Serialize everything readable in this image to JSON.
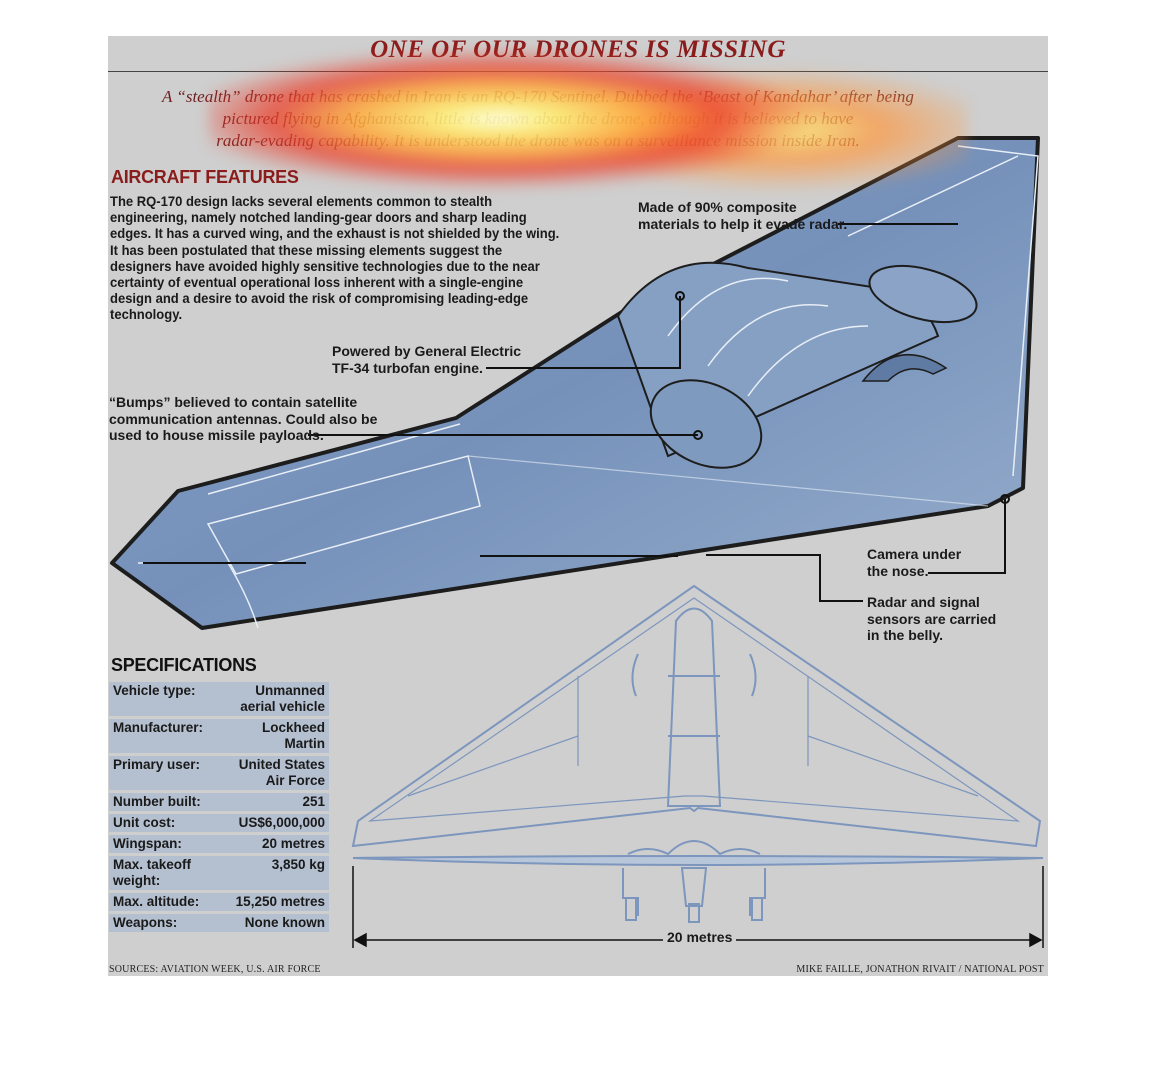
{
  "title": "ONE OF OUR DRONES IS MISSING",
  "intro": [
    "A “stealth” drone that has crashed in Iran is an RQ-170 Sentinel. Dubbed the ‘Beast of Kandahar’ after being",
    "pictured flying in Afghanistan, little is known about the drone, although it is believed to have",
    "radar-evading capability. It is understood the drone was on a surveillance mission inside Iran."
  ],
  "features": {
    "heading": "AIRCRAFT FEATURES",
    "body": "The RQ-170 design lacks several elements common to stealth engineering, namely notched landing-gear doors and sharp leading edges. It has a curved wing, and the exhaust is not shielded by the wing. It has been postulated that these missing elements suggest the designers have avoided highly sensitive technologies due to the near certainty of eventual operational loss inherent with a single-engine design and a desire to avoid the risk of compromising leading-edge technology."
  },
  "callouts": {
    "composite": [
      "Made of 90% composite",
      "materials to help it evade radar."
    ],
    "engine": [
      "Powered by General Electric",
      "TF-34 turbofan engine."
    ],
    "bumps": [
      "“Bumps” believed to contain satellite",
      "communication antennas. Could also be",
      "used to house missile payloads."
    ],
    "camera": [
      "Camera under",
      "the nose."
    ],
    "radar": [
      "Radar and signal",
      "sensors are carried",
      "in the belly."
    ]
  },
  "specifications": {
    "heading": "SPECIFICATIONS",
    "rows": [
      {
        "label": "Vehicle type:",
        "value": [
          "Unmanned",
          "aerial vehicle"
        ]
      },
      {
        "label": "Manufacturer:",
        "value": [
          "Lockheed Martin"
        ]
      },
      {
        "label": "Primary user:",
        "value": [
          "United States",
          "Air Force"
        ]
      },
      {
        "label": "Number built:",
        "value": [
          "251"
        ]
      },
      {
        "label": "Unit cost:",
        "value": [
          "US$6,000,000"
        ]
      },
      {
        "label": "Wingspan:",
        "value": [
          "20 metres"
        ]
      },
      {
        "label": "Max. takeoff weight:",
        "value": [
          "3,850 kg"
        ]
      },
      {
        "label": "Max. altitude:",
        "value": [
          "15,250 metres"
        ]
      },
      {
        "label": "Weapons:",
        "value": [
          "None known"
        ]
      }
    ]
  },
  "dimension_label": "20 metres",
  "sources": "SOURCES: AVIATION WEEK, U.S. AIR FORCE",
  "credit": "MIKE FAILLE, JONATHON RIVAIT  / NATIONAL POST",
  "colors": {
    "accent": "#8a1c1c",
    "panel": "#cfcfcf",
    "drone_fill": "#7c97bd",
    "line_art": "#7d96bd",
    "spec_row": "#b4bfcf"
  }
}
